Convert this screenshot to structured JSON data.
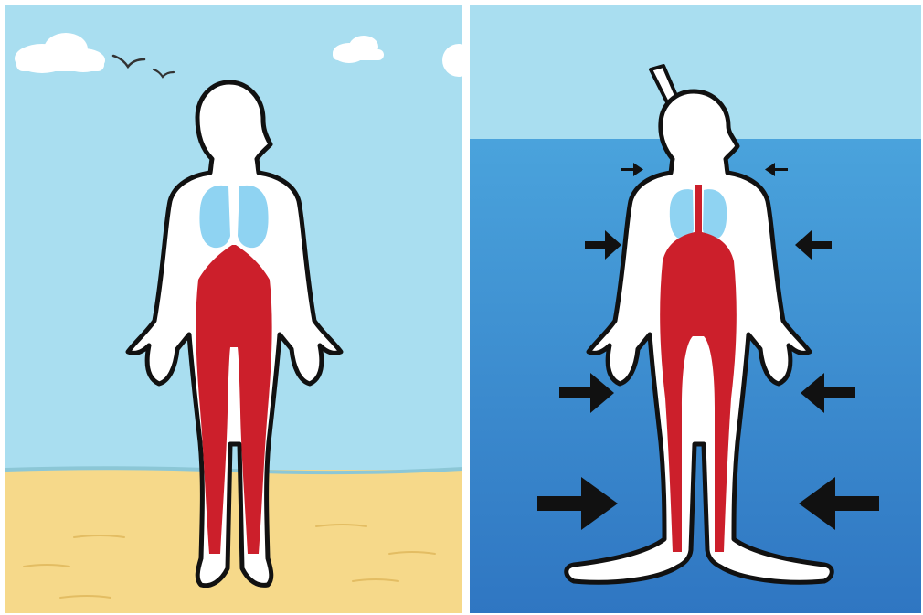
{
  "colors": {
    "sky": "#a9def0",
    "sand": "#f6d98a",
    "sea_surface": "#4aa3dc",
    "sea_deep": "#2f76c2",
    "lungs": "#8fd3f2",
    "blood": "#cc1f2b",
    "body": "#ffffff",
    "outline": "#111111",
    "arrow": "#111111"
  },
  "icons": {
    "birds": "bird-icon",
    "clouds": "cloud-icon",
    "pressure": "arrow-icon",
    "snorkel": "snorkel-icon",
    "fins": "fin-icon"
  },
  "scenes": [
    {
      "id": "land",
      "setting": "beach",
      "pressure_levels": 0
    },
    {
      "id": "water",
      "setting": "underwater",
      "pressure_levels": 4
    }
  ]
}
